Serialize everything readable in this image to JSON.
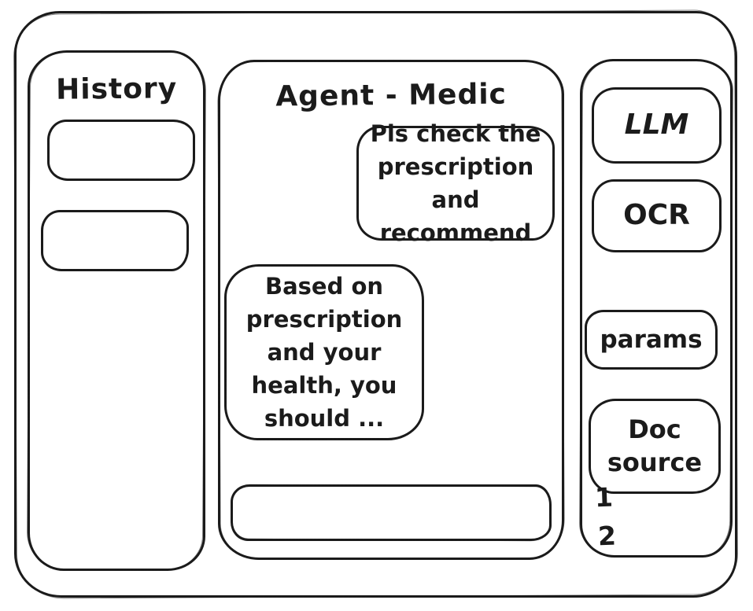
{
  "colors": {
    "ink": "#1b1b1b",
    "background": "#ffffff"
  },
  "history_panel": {
    "title": "History",
    "items": [
      {
        "label": ""
      },
      {
        "label": ""
      }
    ]
  },
  "chat": {
    "title": "Agent - Medic",
    "user_message": "Pls check the\nprescription\nand recommend",
    "agent_message": "Based on\nprescription\nand your\nhealth, you\nshould ...",
    "input_value": "",
    "input_placeholder": ""
  },
  "tools_panel": {
    "llm_label": "LLM",
    "ocr_label": "OCR",
    "params_label": "params",
    "doc_source_label": "Doc\nsource",
    "doc_items": [
      "1",
      "2"
    ]
  }
}
